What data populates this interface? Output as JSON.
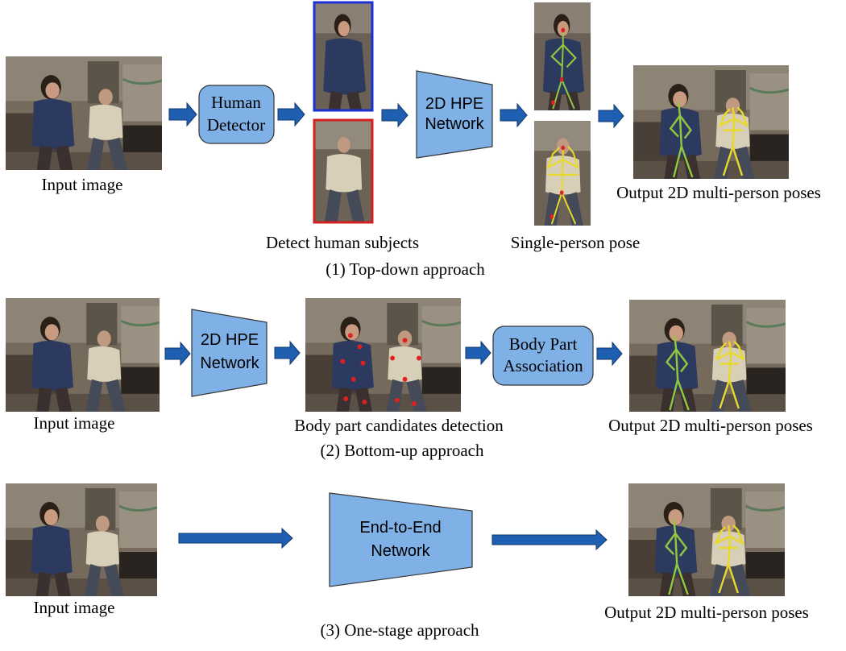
{
  "colors": {
    "box_fill": "#7fb0e6",
    "box_stroke": "#333333",
    "arrow": "#1f5fb2",
    "arrow_edge": "#12386e",
    "crop_blue": "#1a2fd4",
    "crop_red": "#d42020",
    "pose_green": "#90c840",
    "pose_yellow": "#e8d82a",
    "keypoint_red": "#e02020"
  },
  "top_down": {
    "input_caption": "Input image",
    "detector_label_line1": "Human",
    "detector_label_line2": "Detector",
    "detect_caption": "Detect human subjects",
    "network_label_line1": "2D HPE",
    "network_label_line2": "Network",
    "single_caption": "Single-person pose",
    "output_caption": "Output 2D multi-person poses",
    "section_title": "(1) Top-down approach"
  },
  "bottom_up": {
    "input_caption": "Input image",
    "network_label_line1": "2D HPE",
    "network_label_line2": "Network",
    "candidates_caption": "Body part candidates detection",
    "association_label_line1": "Body Part",
    "association_label_line2": "Association",
    "output_caption": "Output 2D multi-person poses",
    "section_title": "(2) Bottom-up approach"
  },
  "one_stage": {
    "input_caption": "Input image",
    "network_label_line1": "End-to-End",
    "network_label_line2": "Network",
    "output_caption": "Output 2D multi-person poses",
    "section_title": "(3) One-stage approach"
  }
}
